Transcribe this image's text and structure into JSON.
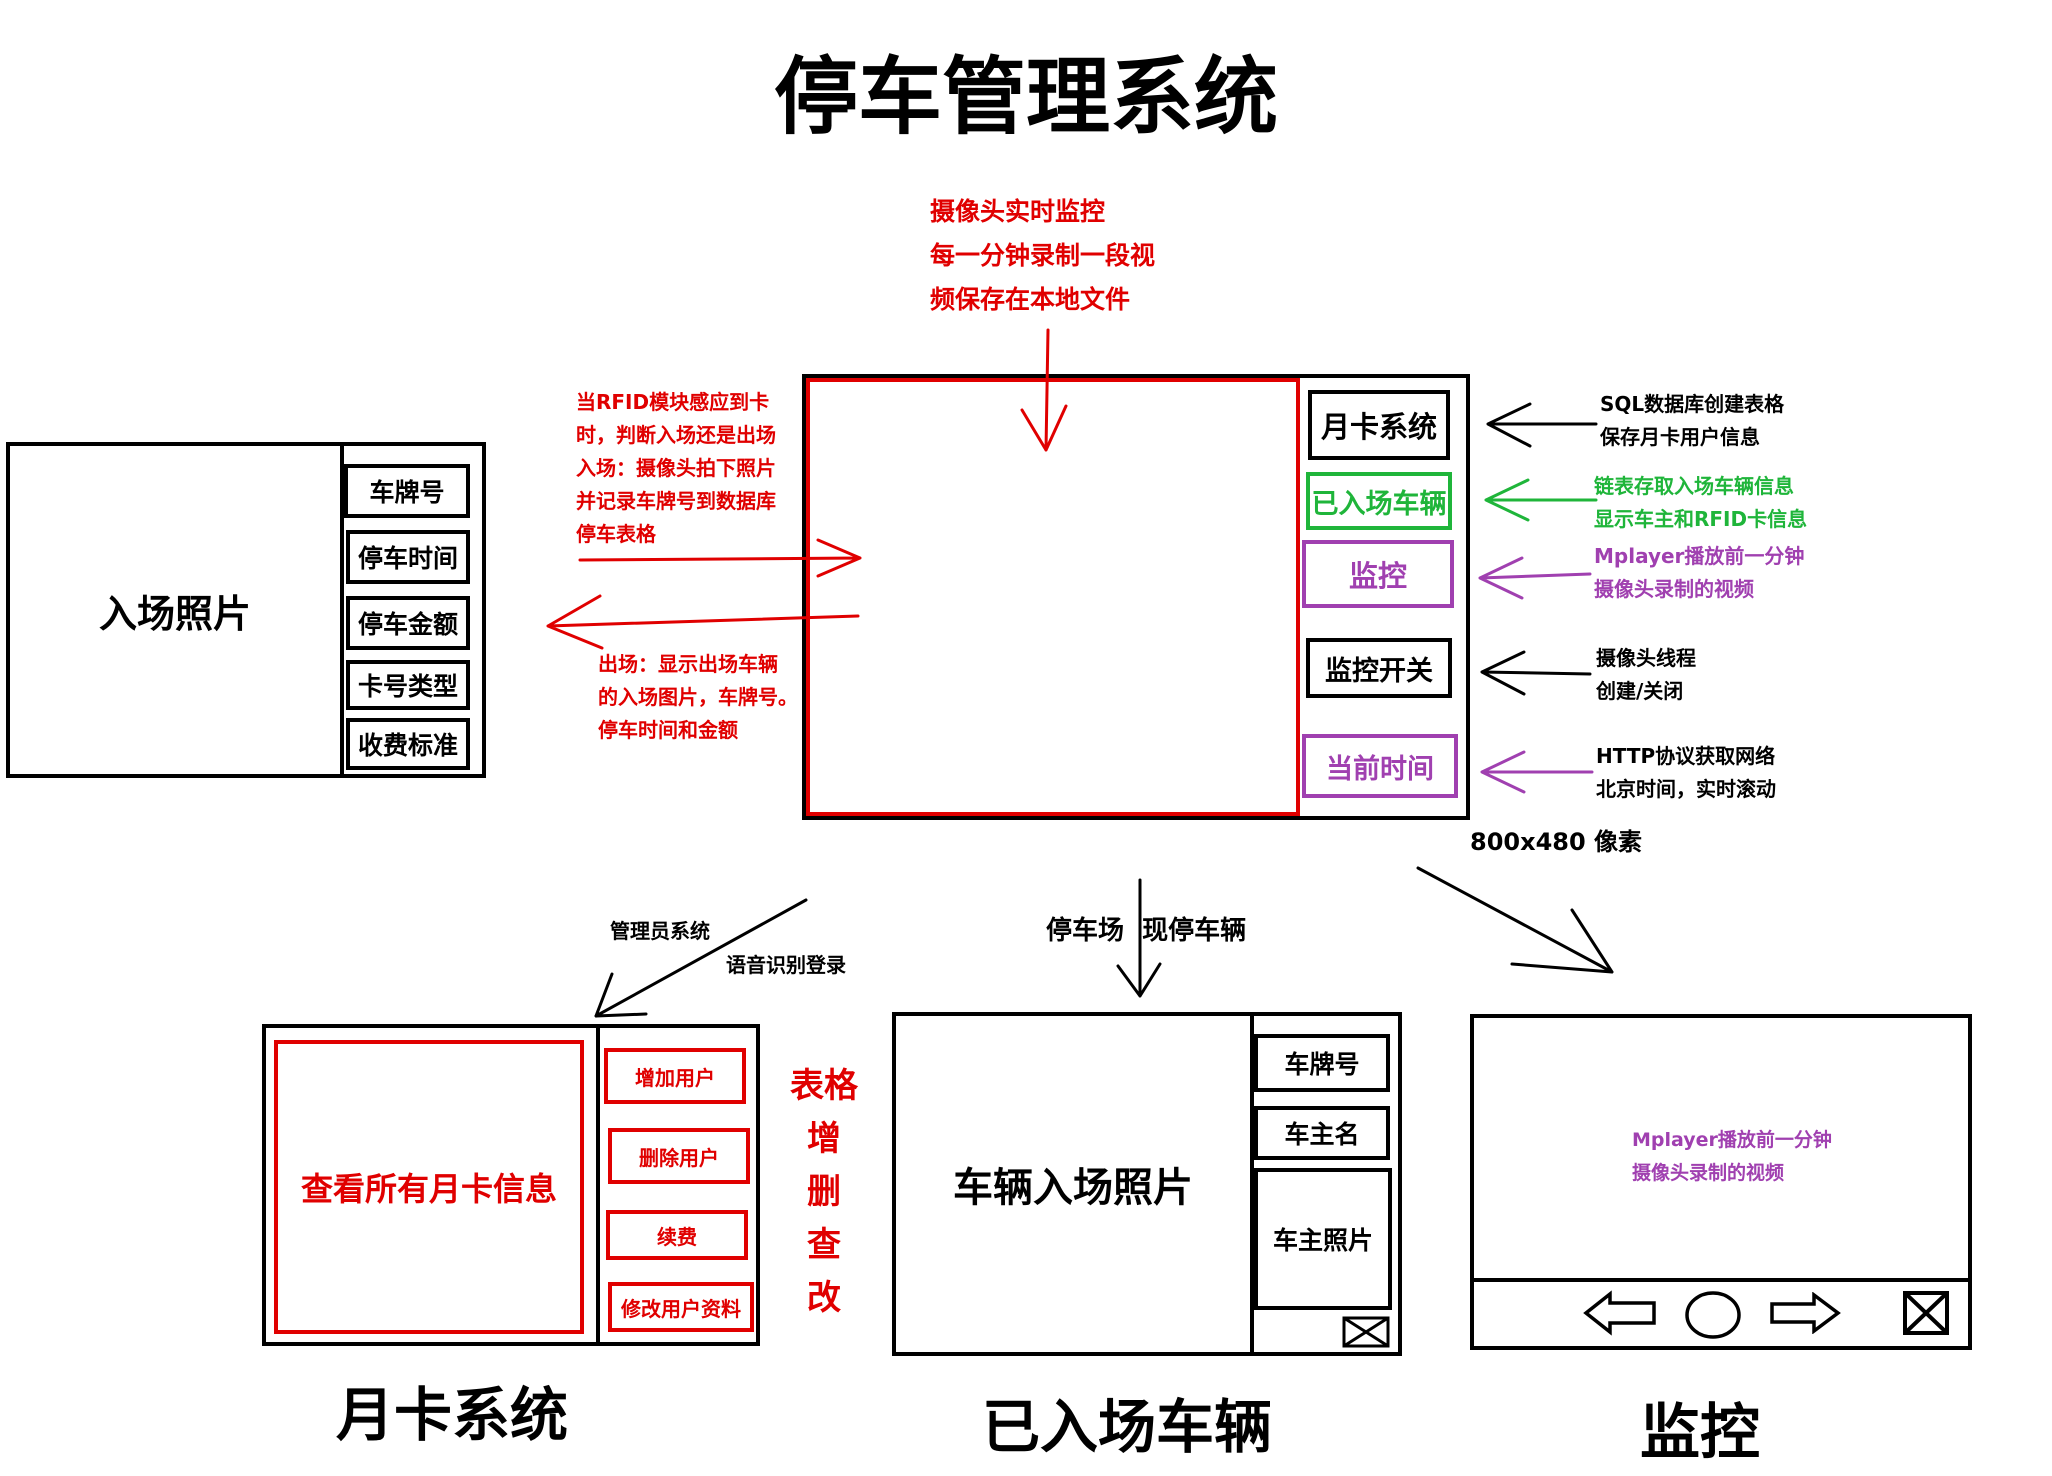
{
  "title": "停车管理系统",
  "main_screen": {
    "camera_note": [
      "摄像头实时监控",
      "每一分钟录制一段视",
      "频保存在本地文件"
    ],
    "rfid_note": [
      "当RFID模块感应到卡",
      "时，判断入场还是出场",
      "入场：摄像头拍下照片",
      "并记录车牌号到数据库",
      "停车表格"
    ],
    "exit_note": [
      "出场：显示出场车辆",
      "的入场图片，车牌号。",
      "停车时间和金额"
    ],
    "buttons": {
      "monthly_card": "月卡系统",
      "entered_vehicles": "已入场车辆",
      "monitor": "监控",
      "monitor_switch": "监控开关",
      "current_time": "当前时间"
    },
    "resolution": "800x480 像素",
    "side_notes": {
      "sql": [
        "SQL数据库创建表格",
        "保存月卡用户信息"
      ],
      "linked_list": [
        "链表存取入场车辆信息",
        "显示车主和RFID卡信息"
      ],
      "mplayer": [
        "Mplayer播放前一分钟",
        "摄像头录制的视频"
      ],
      "thread": [
        "摄像头线程",
        "创建/关闭"
      ],
      "http": [
        "HTTP协议获取网络",
        "北京时间，实时滚动"
      ]
    }
  },
  "entry_panel": {
    "photo_label": "入场照片",
    "fields": [
      "车牌号",
      "停车时间",
      "停车金额",
      "卡号类型",
      "收费标准"
    ]
  },
  "monthly_panel": {
    "arrow_notes": [
      "管理员系统",
      "语音识别登录"
    ],
    "view_all": "查看所有月卡信息",
    "buttons": [
      "增加用户",
      "删除用户",
      "续费",
      "修改用户资料"
    ],
    "crud_note": [
      "表格",
      "增",
      "删",
      "查",
      "改"
    ],
    "caption": "月卡系统"
  },
  "vehicles_panel": {
    "arrow_note": "停车场  现停车辆",
    "photo_label": "车辆入场照片",
    "fields": [
      "车牌号",
      "车主名"
    ],
    "owner_photo": "车主照片",
    "caption": "已入场车辆"
  },
  "monitor_panel": {
    "video_note": [
      "Mplayer播放前一分钟",
      "摄像头录制的视频"
    ],
    "caption": "监控"
  },
  "colors": {
    "red": "#e00000",
    "green": "#1fb53a",
    "purple": "#a040b0",
    "black": "#000000"
  },
  "icons": [
    "left-arrow-icon",
    "circle-icon",
    "right-arrow-icon",
    "close-icon"
  ]
}
